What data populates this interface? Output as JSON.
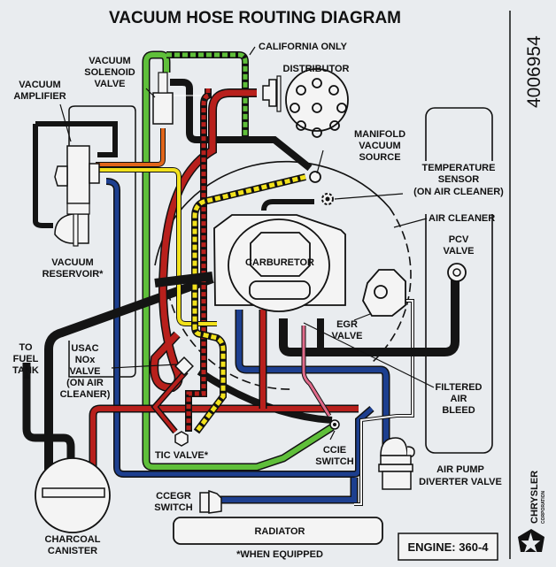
{
  "title": "VACUUM HOSE ROUTING DIAGRAM",
  "part_number": "4006954",
  "engine": "ENGINE: 360-4",
  "footnote": "*WHEN EQUIPPED",
  "brand": {
    "name": "CHRYSLER",
    "sub": "CORPORATION"
  },
  "labels": {
    "california_only": "CALIFORNIA ONLY",
    "vacuum_solenoid_valve": [
      "VACUUM",
      "SOLENOID",
      "VALVE"
    ],
    "vacuum_amplifier": [
      "VACUUM",
      "AMPLIFIER"
    ],
    "distributor": "DISTRIBUTOR",
    "manifold_vacuum_source": [
      "MANIFOLD",
      "VACUUM",
      "SOURCE"
    ],
    "temperature_sensor": [
      "TEMPERATURE",
      "SENSOR",
      "(ON AIR CLEANER)"
    ],
    "air_cleaner": "AIR CLEANER",
    "pcv_valve": [
      "PCV",
      "VALVE"
    ],
    "carburetor": "CARBURETOR",
    "vacuum_reservoir": [
      "VACUUM",
      "RESERVOIR*"
    ],
    "egr_valve": [
      "EGR",
      "VALVE"
    ],
    "to_fuel_tank": [
      "TO",
      "FUEL",
      "TANK"
    ],
    "usac_nox_valve": [
      "USAC",
      "NOx",
      "VALVE",
      "(ON AIR",
      "CLEANER)"
    ],
    "filtered_air_bleed": [
      "FILTERED",
      "AIR",
      "BLEED"
    ],
    "tic_valve": "TIC VALVE*",
    "ccie_switch": [
      "CCIE",
      "SWITCH"
    ],
    "air_pump_diverter_valve": [
      "AIR PUMP",
      "DIVERTER VALVE"
    ],
    "ccegr_switch": [
      "CCEGR",
      "SWITCH"
    ],
    "radiator": "RADIATOR",
    "charcoal_canister": [
      "CHARCOAL",
      "CANISTER"
    ]
  },
  "hose_colors": {
    "black": "#141414",
    "red": "#b8201c",
    "green": "#5fbf3a",
    "yellow": "#f2e21c",
    "blue": "#1d3f8f",
    "orange": "#e0651a",
    "pink": "#e06a8a"
  }
}
